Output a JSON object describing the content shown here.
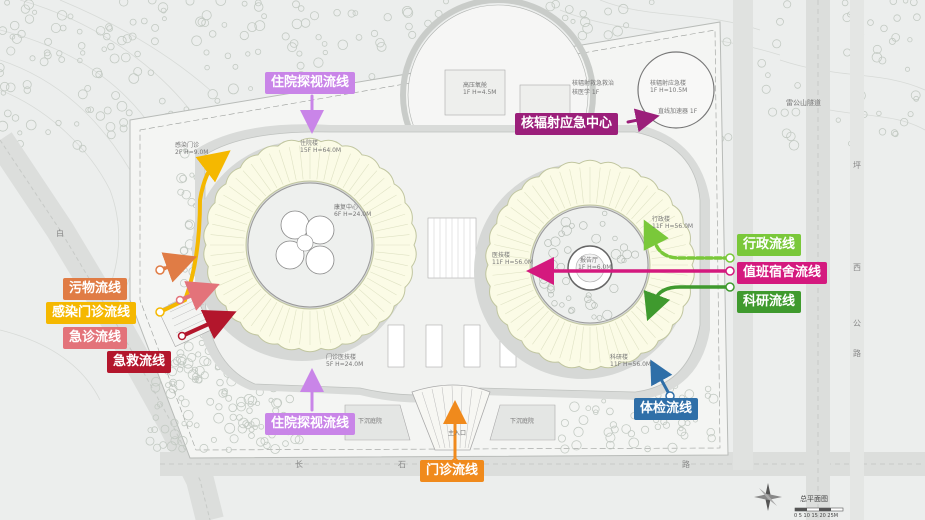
{
  "flows": {
    "visit_top": {
      "label": "住院探视流线",
      "color": "#c985e8"
    },
    "visit_bottom": {
      "label": "住院探视流线",
      "color": "#c985e8"
    },
    "nuclear": {
      "label": "核辐射应急中心",
      "color": "#9b1f7a"
    },
    "admin": {
      "label": "行政流线",
      "color": "#7ac83a"
    },
    "duty": {
      "label": "值班宿舍流线",
      "color": "#d4197e"
    },
    "research": {
      "label": "科研流线",
      "color": "#3f9a2e"
    },
    "dirty": {
      "label": "污物流线",
      "color": "#e07c45"
    },
    "infection": {
      "label": "感染门诊流线",
      "color": "#f5b800"
    },
    "emergency": {
      "label": "急诊流线",
      "color": "#e3737a"
    },
    "rescue": {
      "label": "急救流线",
      "color": "#b3162c"
    },
    "checkup": {
      "label": "体检流线",
      "color": "#2f6fa8"
    },
    "outpatient": {
      "label": "门诊流线",
      "color": "#f08a1c"
    }
  },
  "labels": {
    "nuclear_bldg": "核辐射救急救治",
    "nuclear_sub": "核医学  1F",
    "hyperbaric": "高压氧舱",
    "hyperbaric_sub": "1F H=4.5M",
    "radiation_center": "核辐射应急楼",
    "radiation_sub": "1F H=10.5M",
    "linac": "直线加速器  1F",
    "inpatient": "住院楼",
    "inpatient_sub": "15F H=64.0M",
    "rehab": "康复中心",
    "rehab_sub": "6F H=24.0M",
    "infect_clinic": "感染门诊",
    "infect_sub": "2F H=9.0M",
    "admin_bldg": "行政楼",
    "admin_sub": "11F H=56.0M",
    "medtech": "医技楼",
    "medtech_sub": "11F H=56.0M",
    "lecture": "报告厅",
    "lecture_sub": "1F H=6.0M",
    "research_bldg": "科研楼",
    "research_sub": "11F H=56.0M",
    "outpatient_bldg": "门诊医技楼",
    "outpatient_sub": "5F H=24.0M",
    "sunken_left": "下沉庭院",
    "sunken_right": "下沉庭院",
    "entrance": "主入口",
    "tunnel": "雷公山隧道",
    "plan_title": "总平面图",
    "scale": "0  5  10  15  20  25M"
  },
  "roads": {
    "bottom": [
      "长",
      "石",
      "路"
    ],
    "right": [
      "坪",
      "西",
      "公",
      "路"
    ],
    "left": "白"
  },
  "colors": {
    "background": "#eceeed",
    "site": "#f6f6f4",
    "ring": "#fbfbe8",
    "ring_edge": "#c8cca8",
    "shadow": "#d6d8d6",
    "tree": "#cfd6cf"
  }
}
